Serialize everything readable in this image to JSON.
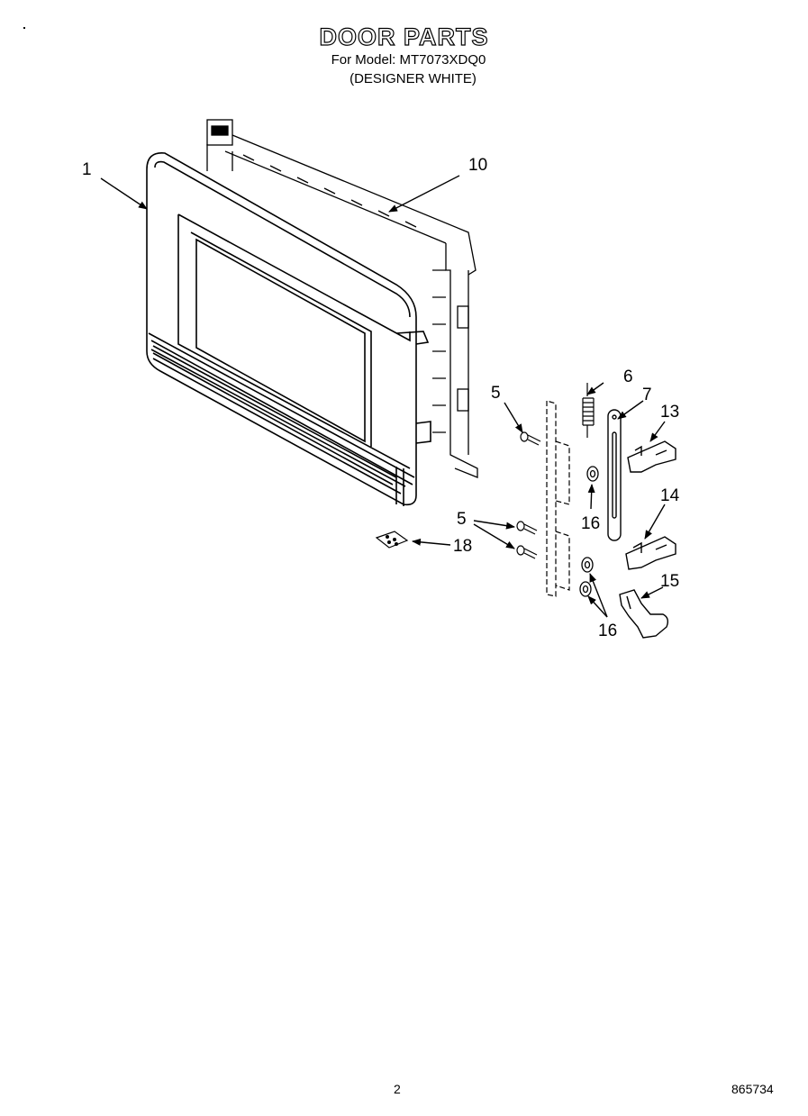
{
  "header": {
    "title": "DOOR PARTS",
    "model_line": "For Model: MT7073XDQ0",
    "color_line": "(DESIGNER WHITE)"
  },
  "callouts": {
    "c1": "1",
    "c10": "10",
    "c5a": "5",
    "c6": "6",
    "c7": "7",
    "c13": "13",
    "c16a": "16",
    "c14": "14",
    "c5b": "5",
    "c18": "18",
    "c15": "15",
    "c16b": "16"
  },
  "footer": {
    "page_number": "2",
    "doc_code": "865734"
  }
}
